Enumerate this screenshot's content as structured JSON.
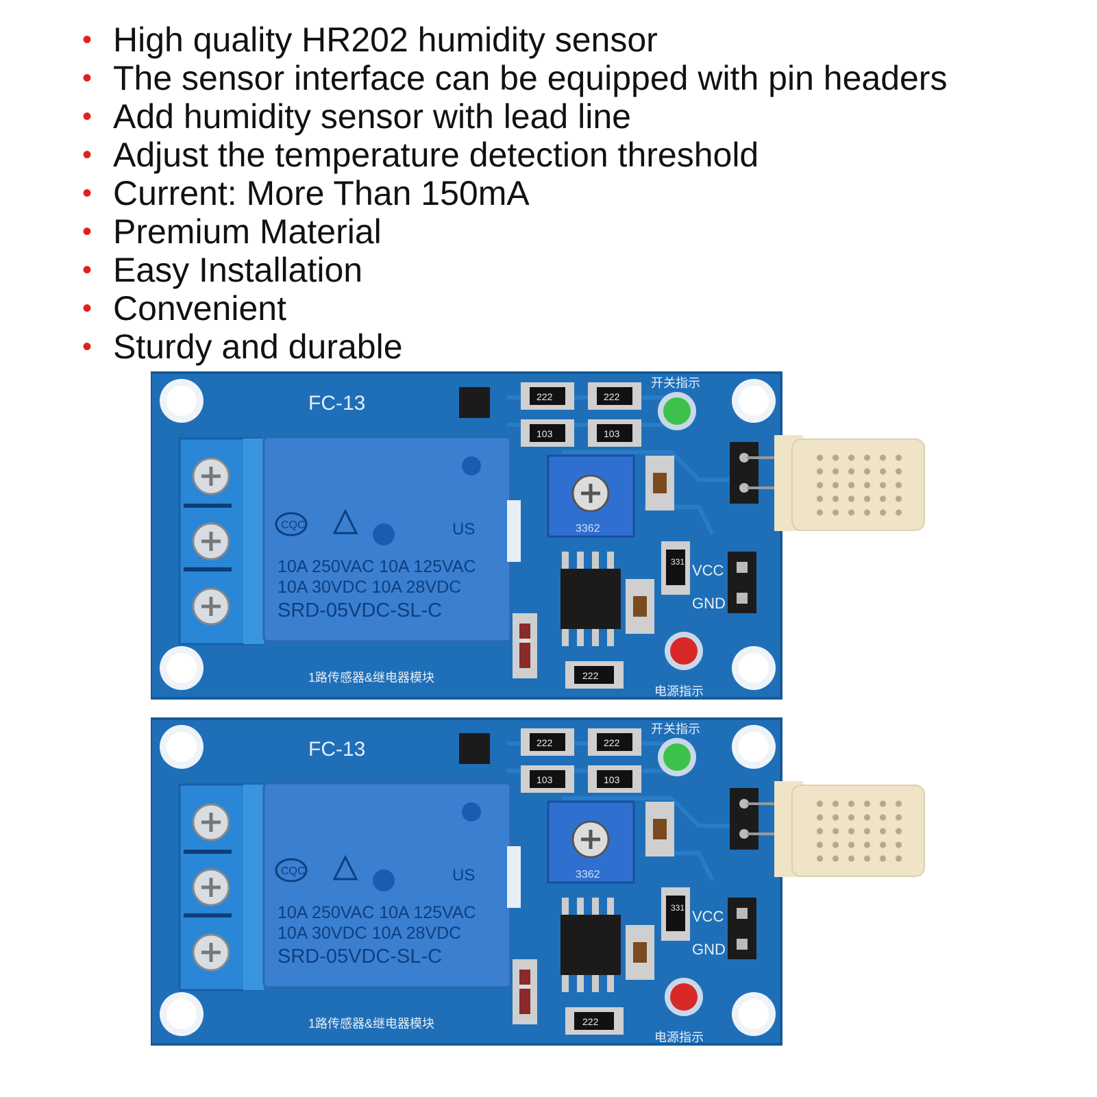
{
  "features": [
    "High quality HR202 humidity sensor",
    "The sensor interface can be equipped with pin headers",
    "Add humidity sensor with lead line",
    "Adjust the temperature detection threshold",
    "Current: More Than 150mA",
    "Premium Material",
    "Easy Installation",
    "Convenient",
    "Sturdy and durable"
  ],
  "colors": {
    "bullet": "#e02020",
    "pcb": "#1f6fb8",
    "relay": "#3b7fd0",
    "sensor": "#efe3c8"
  },
  "board": {
    "model": "FC-13",
    "relay_line1": "10A 250VAC  10A 125VAC",
    "relay_line2": "10A  30VDC  10A 28VDC",
    "relay_model": "SRD-05VDC-SL-C",
    "cert_cqc": "CQC",
    "cert_ul": "US",
    "switch_indicator": "开关指示",
    "power_indicator": "电源指示",
    "module_name": "1路传感器&继电器模块",
    "vcc": "VCC",
    "gnd": "GND",
    "pot_code": "3362",
    "res_222": "222",
    "res_103": "103",
    "res_331": "331"
  }
}
